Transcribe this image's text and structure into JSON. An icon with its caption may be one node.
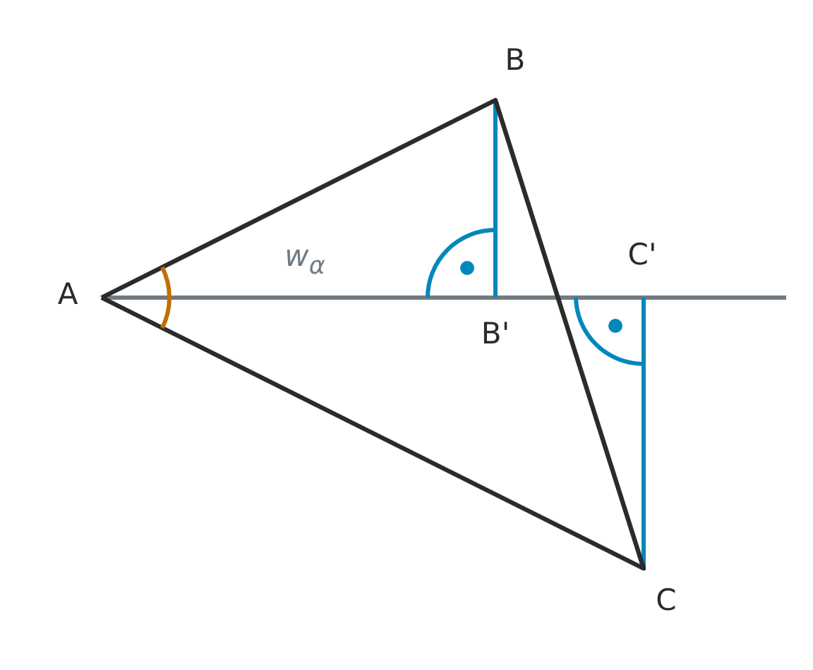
{
  "diagram": {
    "labels": [
      "B",
      "w$_{α}$",
      "C'",
      "A",
      "B'",
      "C"
    ]
  }
}
